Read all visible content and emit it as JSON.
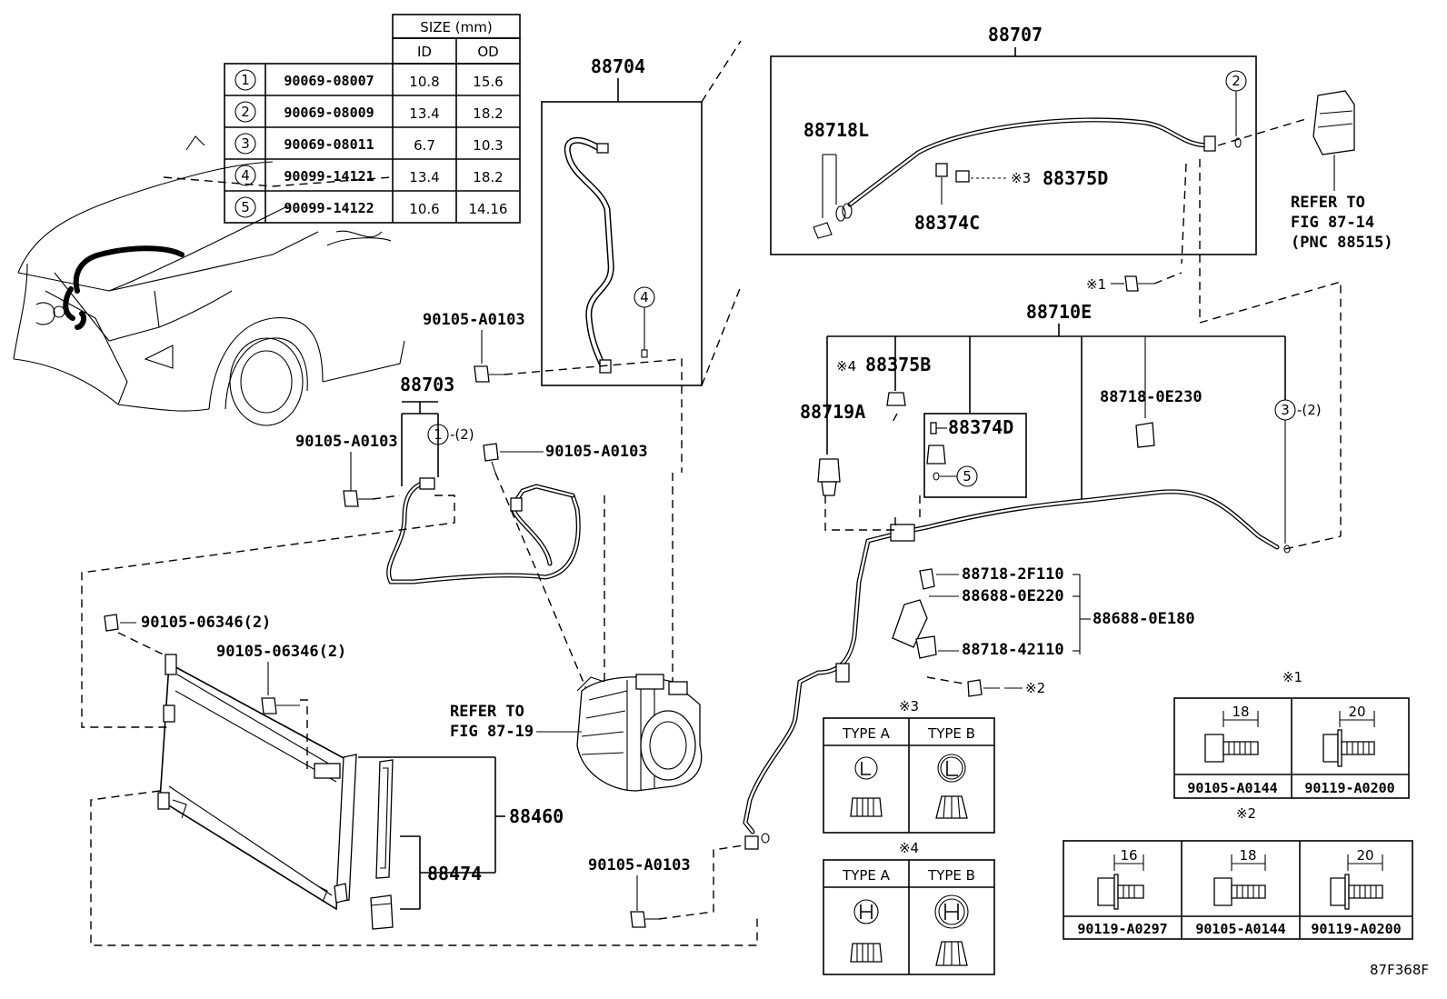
{
  "size_table": {
    "header": "SIZE (mm)",
    "col_id": "ID",
    "col_od": "OD",
    "rows": [
      {
        "num": "1",
        "part": "90069-08007",
        "id": "10.8",
        "od": "15.6"
      },
      {
        "num": "2",
        "part": "90069-08009",
        "id": "13.4",
        "od": "18.2"
      },
      {
        "num": "3",
        "part": "90069-08011",
        "id": "6.7",
        "od": "10.3"
      },
      {
        "num": "4",
        "part": "90099-14121",
        "id": "13.4",
        "od": "18.2"
      },
      {
        "num": "5",
        "part": "90099-14122",
        "id": "10.6",
        "od": "14.16"
      }
    ]
  },
  "labels": {
    "p88704": "88704",
    "p88707": "88707",
    "p88718L": "88718L",
    "p88374C": "88374C",
    "p88375D": "88375D",
    "mark3_a": "※3",
    "refer1_a": "REFER TO",
    "refer1_b": "FIG 87-14",
    "refer1_c": "(PNC 88515)",
    "mark1_a": "※1",
    "p88710E": "88710E",
    "mark4_a": "※4",
    "p88375B": "88375B",
    "p88719A": "88719A",
    "p88374D": "88374D",
    "p88718_0E230": "88718-0E230",
    "c3_qty": "-(2)",
    "bolt_a": "90105-A0103",
    "bolt_b": "90105-A0103",
    "bolt_c": "90105-A0103",
    "bolt_d": "90105-A0103",
    "p88703": "88703",
    "c1_qty": "-(2)",
    "bolt_e": "90105-06346(2)",
    "bolt_f": "90105-06346(2)",
    "refer2_a": "REFER TO",
    "refer2_b": "FIG 87-19",
    "p88460": "88460",
    "p88474": "88474",
    "p88718_2F110": "88718-2F110",
    "p88688_0E220": "88688-0E220",
    "p88688_0E180": "88688-0E180",
    "p88718_42110": "88718-42110",
    "mark2_a": "※2",
    "code": "87F368F"
  },
  "type_box3": {
    "mark": "※3",
    "type_a": "TYPE A",
    "type_b": "TYPE B"
  },
  "type_box4": {
    "mark": "※4",
    "type_a": "TYPE A",
    "type_b": "TYPE B"
  },
  "bolt_box1": {
    "mark": "※1",
    "items": [
      {
        "len": "18",
        "part": "90105-A0144"
      },
      {
        "len": "20",
        "part": "90119-A0200"
      }
    ]
  },
  "bolt_box2": {
    "mark": "※2",
    "items": [
      {
        "len": "16",
        "part": "90119-A0297"
      },
      {
        "len": "18",
        "part": "90105-A0144"
      },
      {
        "len": "20",
        "part": "90119-A0200"
      }
    ]
  },
  "icons": [
    "circle-number",
    "bolt-icon",
    "cap-icon",
    "o-ring-icon",
    "pressure-switch-icon",
    "compressor-icon",
    "condenser-icon",
    "vehicle-icon"
  ]
}
